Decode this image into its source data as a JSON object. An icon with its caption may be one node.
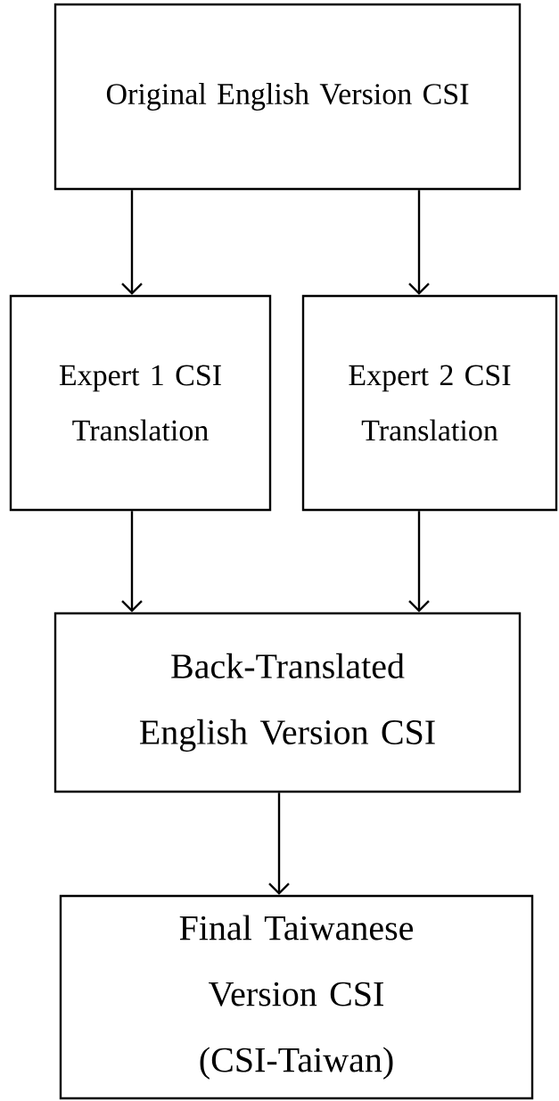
{
  "diagram": {
    "nodes": [
      {
        "text": [
          "Original English Version CSI"
        ]
      },
      {
        "text": [
          "Expert 1 CSI Translation"
        ]
      },
      {
        "text": [
          "Expert 2 CSI Translation"
        ]
      },
      {
        "text": [
          "Back-Translated English Version CSI"
        ]
      },
      {
        "text": [
          "Final Taiwanese Version CSI (CSI-Taiwan)"
        ]
      }
    ],
    "edges": [
      {
        "from": 0,
        "to": 1,
        "arrow": "to"
      },
      {
        "from": 0,
        "to": 2,
        "arrow": "to"
      },
      {
        "from": 1,
        "to": 3,
        "arrow": "to"
      },
      {
        "from": 2,
        "to": 3,
        "arrow": "to"
      },
      {
        "from": 3,
        "to": 4,
        "arrow": "to"
      }
    ]
  }
}
